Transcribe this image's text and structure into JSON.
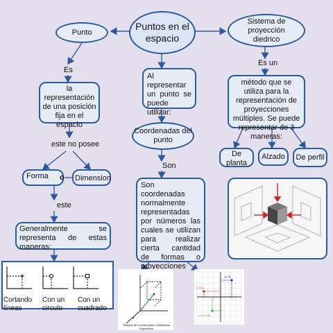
{
  "central": "Puntos en el espacio",
  "left": {
    "punto": "Punto",
    "es": "Es",
    "definition": "la representación de una posición fija en el espacio",
    "no_posee": "este no posee",
    "forma": "Forma",
    "o": "o",
    "dimension": "Dimension",
    "este": "este",
    "generalmente": "Generalmente se representa de estas maneras:",
    "captions": [
      "Cortando líneas",
      "Con un circulo",
      "Con un cuadrado"
    ]
  },
  "middle": {
    "represent": "Al representar un punto se puede utilizar:",
    "coordenadas": "Coordenadas del punto",
    "son": "Son",
    "description": "Son coordenadas normalmente representadas por números las cuales se utilizan para realizar cierta cantidad de formas o proyecciones",
    "fig_caption": "Sistema de Coordenadas Cartesianas Espaciales"
  },
  "right": {
    "sistema": "Sistema de proyección diedrico",
    "es_un": "Es un",
    "metodo": "método que se utiliza para la representación de proyecciones múltiples. Se puede representar de 3 maneras:",
    "views": [
      "De planta",
      "Alzado",
      "De perfil"
    ]
  },
  "graph": {
    "points": [
      "(-3,1)",
      "(2,3)",
      "(-1.5,-2.5)"
    ]
  },
  "colors": {
    "border": "#2e5a9c",
    "background": "#e4dfec",
    "box_fill": "#e6ecf5",
    "arrow": "#cc2222"
  }
}
